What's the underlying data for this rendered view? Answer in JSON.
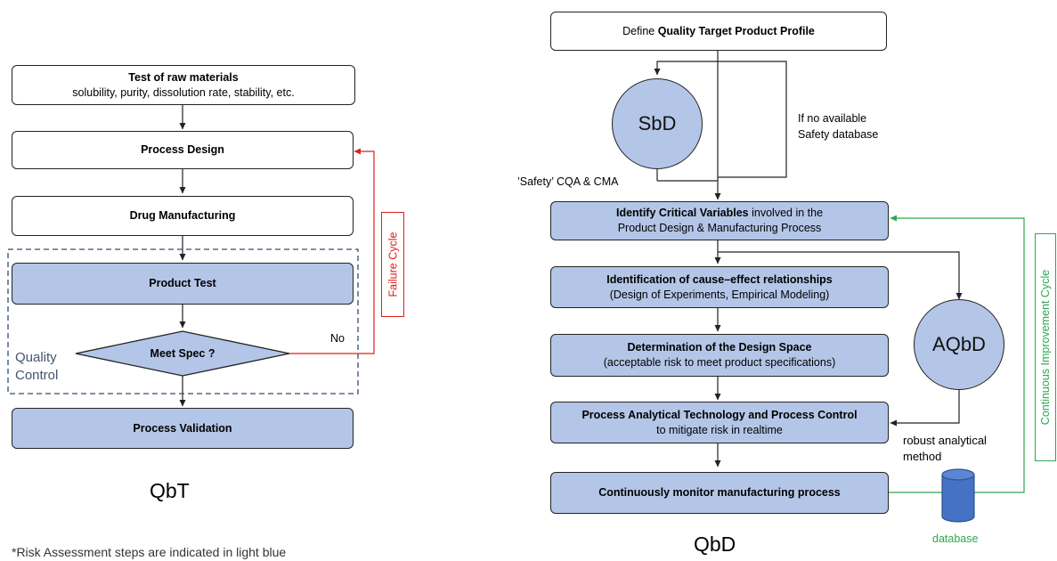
{
  "qbt": {
    "raw_materials_title": "Test of raw materials",
    "raw_materials_sub": "solubility, purity, dissolution rate, stability, etc.",
    "process_design": "Process Design",
    "drug_manufacturing": "Drug Manufacturing",
    "product_test": "Product Test",
    "meet_spec": "Meet Spec ?",
    "no_label": "No",
    "failure_cycle": "Failure Cycle",
    "quality_label": "Quality",
    "control_label": "Control",
    "process_validation": "Process Validation",
    "title": "QbT"
  },
  "footnote": "*Risk Assessment steps are indicated in light blue",
  "qbd": {
    "define_prefix": "Define ",
    "define_bold": "Quality Target Product Profile",
    "sbd": "SbD",
    "no_db_line1": "If no available",
    "no_db_line2": "Safety database",
    "safety_cqa": "’Safety’ CQA & CMA",
    "identify_bold": "Identify Critical Variables",
    "identify_rest": " involved in the",
    "identify_line2": "Product Design & Manufacturing Process",
    "cause_title": "Identification of cause–effect relationships",
    "cause_sub": "(Design of Experiments, Empirical Modeling)",
    "design_space_title": "Determination of the Design Space",
    "design_space_sub": "(acceptable risk to meet product specifications)",
    "pat_title": "Process Analytical Technology and Process Control",
    "pat_sub": "to mitigate risk in realtime",
    "monitor": "Continuously monitor manufacturing process",
    "aqbd": "AQbD",
    "robust_line1": "robust analytical",
    "robust_line2": "method",
    "database": "database",
    "continuous_cycle": "Continuous Improvement Cycle",
    "title": "QbD"
  },
  "colors": {
    "risk_box_fill": "#b4c6e7",
    "failure_red": "#e0201b",
    "improvement_green": "#2ea84f",
    "database_blue": "#4472c4",
    "quality_control_dash": "#2f4f70"
  }
}
